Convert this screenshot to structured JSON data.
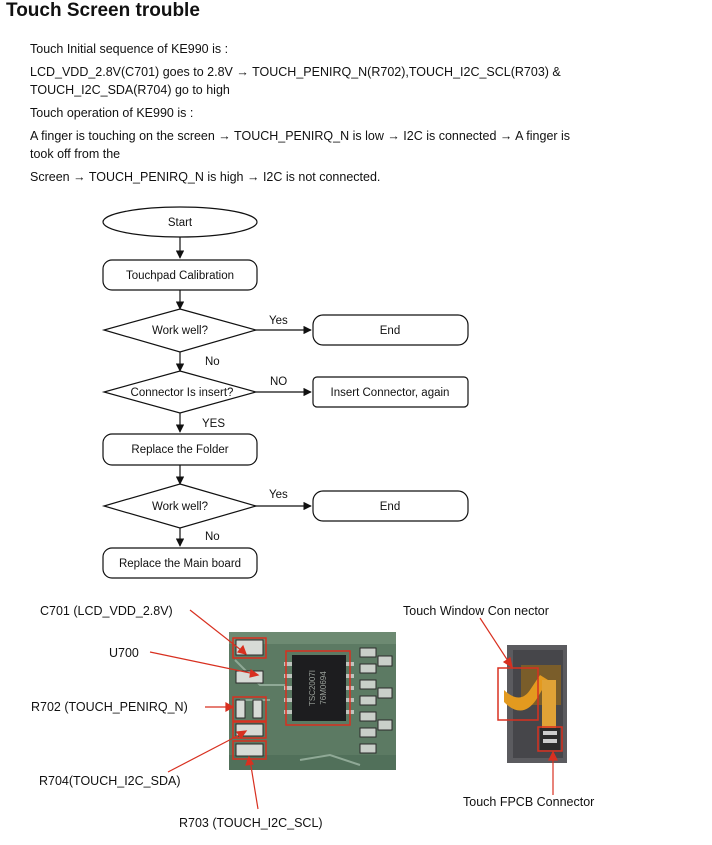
{
  "title": "Touch Screen trouble",
  "paragraphs": [
    "Touch Initial sequence of KE990 is :",
    "LCD_VDD_2.8V(C701) goes to 2.8V → TOUCH_PENIRQ_N(R702),TOUCH_I2C_SCL(R703) &",
    "TOUCH_I2C_SDA(R704) go to high",
    "Touch operation of KE990 is :",
    "A finger is touching on the screen → TOUCH_PENIRQ_N is low → I2C is connected → A finger is",
    "took off from the",
    "Screen → TOUCH_PENIRQ_N is high → I2C is not connected."
  ],
  "flowchart": {
    "start": "Start",
    "calibration": "Touchpad Calibration",
    "work_well_1": "Work well?",
    "yes_1": "Yes",
    "end_1": "End",
    "no_1": "No",
    "connector_insert": "Connector Is insert?",
    "no_2": "NO",
    "insert_connector": "Insert Connector, again",
    "yes_2": "YES",
    "replace_folder": "Replace the Folder",
    "work_well_2": "Work well?",
    "yes_3": "Yes",
    "end_2": "End",
    "no_3": "No",
    "replace_main": "Replace the Main board"
  },
  "pcb_labels": {
    "c701": "C701 (LCD_VDD_2.8V)",
    "u700": "U700",
    "r702": "R702 (TOUCH_PENIRQ_N)",
    "r704": "R704(TOUCH_I2C_SDA)",
    "r703": "R703 (TOUCH_I2C_SCL)",
    "chip_marking_1": "76M0694",
    "chip_marking_2": "TSC2007I"
  },
  "connector_labels": {
    "touch_window": "Touch Window Con  nector",
    "touch_fpcb": "Touch FPCB Connector"
  },
  "colors": {
    "callout": "#d83020",
    "board": "#5c7a63"
  }
}
